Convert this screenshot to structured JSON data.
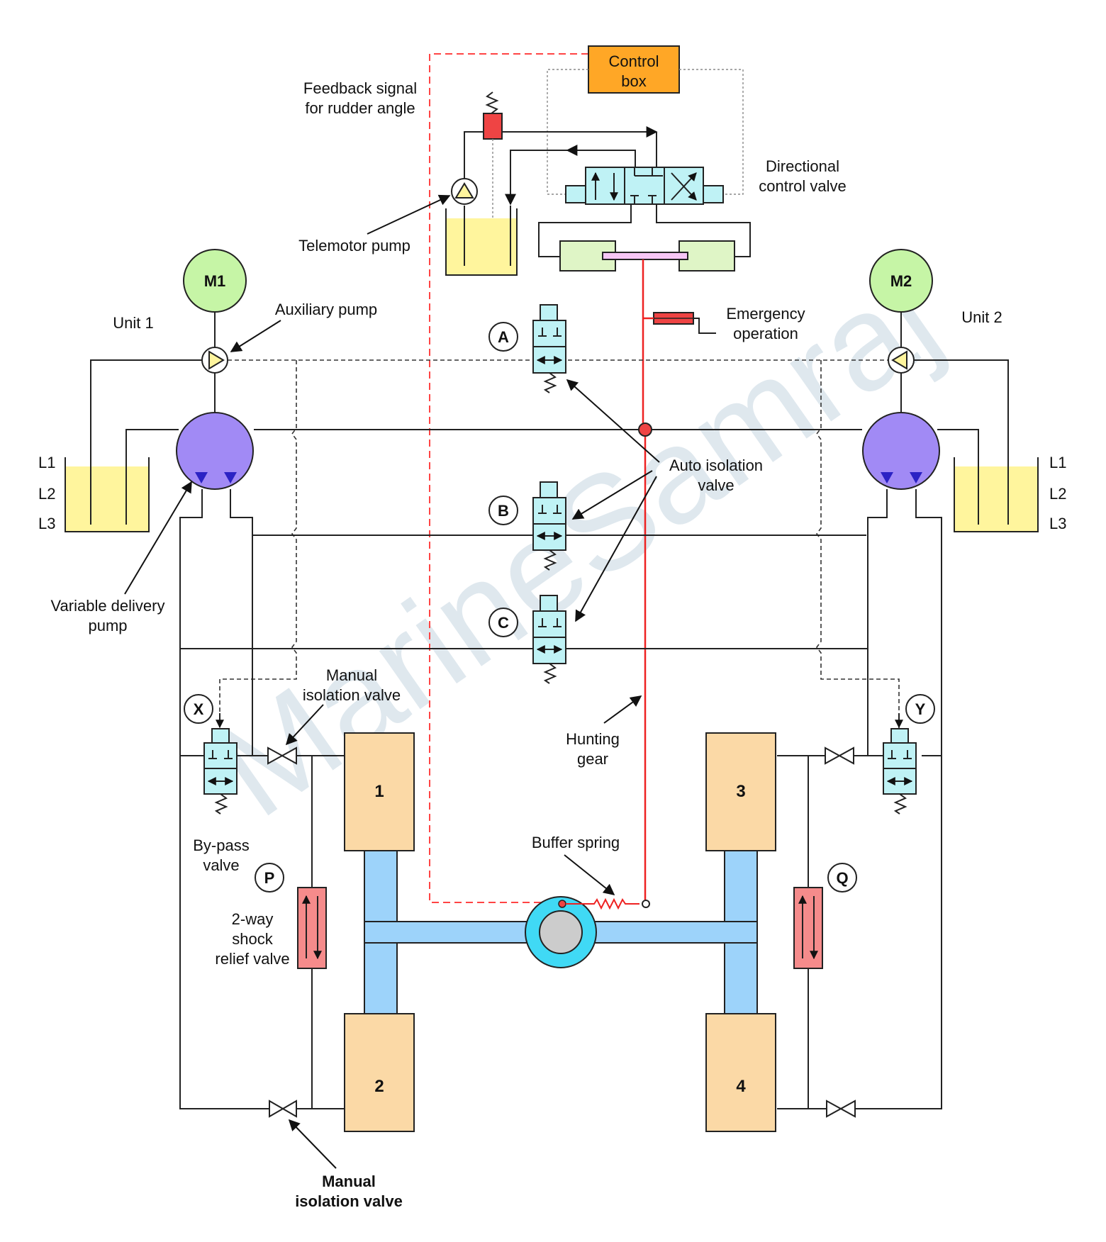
{
  "watermark": "MarineSamraj",
  "labels": {
    "control_box": [
      "Control",
      "box"
    ],
    "feedback_signal": [
      "Feedback signal",
      "for rudder angle"
    ],
    "directional_control_valve": [
      "Directional",
      "control valve"
    ],
    "telemotor_pump": "Telemotor pump",
    "motor_1": "M1",
    "motor_2": "M2",
    "unit_1": "Unit 1",
    "unit_2": "Unit 2",
    "auxiliary_pump": "Auxiliary pump",
    "emergency_operation": [
      "Emergency",
      "operation"
    ],
    "auto_isolation_valve": [
      "Auto isolation",
      "valve"
    ],
    "variable_delivery_pump": [
      "Variable delivery",
      "pump"
    ],
    "manual_isolation_valve_top": [
      "Manual",
      "isolation valve"
    ],
    "manual_isolation_valve_bottom": [
      "Manual",
      "isolation valve"
    ],
    "hunting_gear": [
      "Hunting",
      "gear"
    ],
    "bypass_valve": [
      "By-pass",
      "valve"
    ],
    "shock_relief_valve": [
      "2-way",
      "shock",
      "relief valve"
    ],
    "buffer_spring": "Buffer spring",
    "levels_left": [
      "L1",
      "L2",
      "L3"
    ],
    "levels_right": [
      "L1",
      "L2",
      "L3"
    ],
    "valve_tags": {
      "a": "A",
      "b": "B",
      "c": "C",
      "x": "X",
      "y": "Y",
      "p": "P",
      "q": "Q"
    },
    "cylinders": [
      "1",
      "2",
      "3",
      "4"
    ]
  },
  "colors": {
    "control_box": "#ffa726",
    "cylinder": "#fbd9a6",
    "ram": "#9dd3fa",
    "tank_oil": "#fff59d",
    "valve": "#bff2f5",
    "motor": "#c6f5a6",
    "pump": "#a18af5",
    "relief_valve": "#f58b8b",
    "dcv_actuator": "#dff5c6",
    "hunting_gear": "#ee2222",
    "rudder_stock": "#40d9f5"
  }
}
